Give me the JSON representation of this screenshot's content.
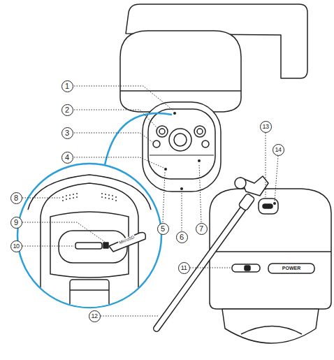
{
  "diagram": {
    "labels": [
      "1",
      "2",
      "3",
      "4",
      "5",
      "6",
      "7",
      "8",
      "9",
      "10",
      "11",
      "12",
      "13",
      "14",
      "MicroSD",
      "POWER"
    ]
  }
}
